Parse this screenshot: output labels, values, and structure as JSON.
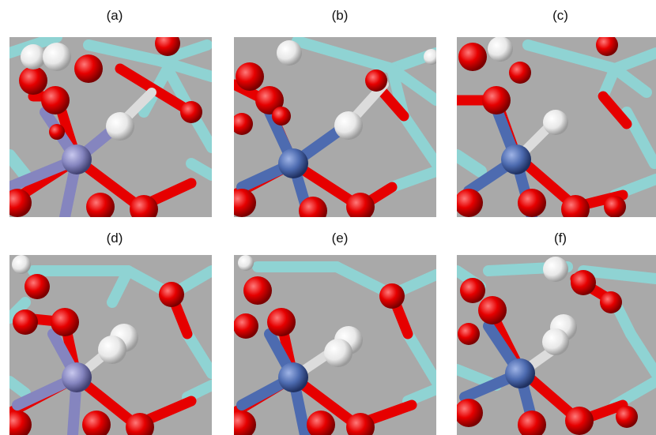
{
  "panels": [
    {
      "label": "(a)",
      "metal": "#8585bf"
    },
    {
      "label": "(b)",
      "metal": "#4d6bb0"
    },
    {
      "label": "(c)",
      "metal": "#4d6bb0"
    },
    {
      "label": "(d)",
      "metal": "#8585bf"
    },
    {
      "label": "(e)",
      "metal": "#4d6bb0"
    },
    {
      "label": "(f)",
      "metal": "#4d6bb0"
    }
  ],
  "colors": {
    "oxygen": "#e60000",
    "silicon_bond": "#8fd3d3",
    "hydrogen": "#f2f2f2",
    "background": "#a9a9a9"
  }
}
